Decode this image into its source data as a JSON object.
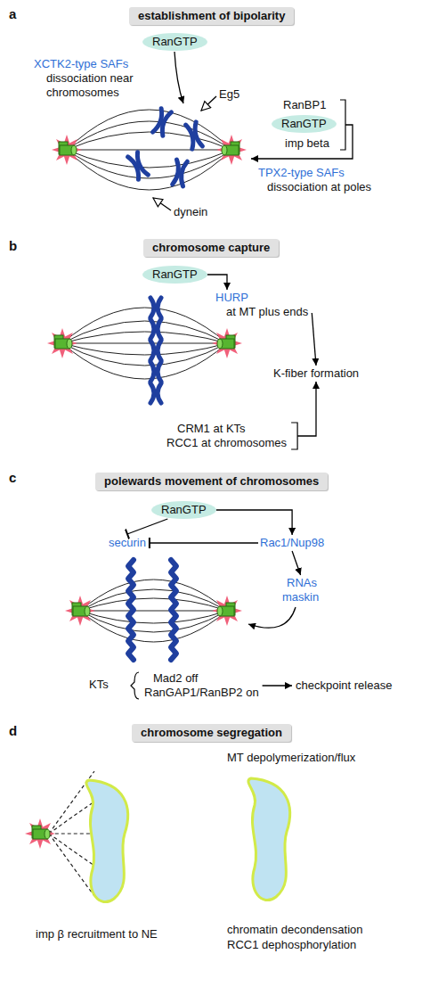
{
  "diagram": {
    "nodes": [
      {
        "text": [
          "establishment of bipolarity"
        ]
      },
      {
        "text": [
          "RanGTP"
        ]
      },
      {
        "text": [
          "RanGTP"
        ]
      },
      {
        "text": [
          "chromosome capture"
        ]
      },
      {
        "text": [
          "RanGTP"
        ]
      },
      {
        "text": [
          "HURP",
          "at MT plus ends"
        ]
      },
      {
        "text": [
          "K-fiber formation"
        ]
      },
      {
        "text": [
          "CRM1 at KTs",
          "RCC1 at chromosomes"
        ]
      },
      {
        "text": [
          "polewards movement of chromosomes"
        ]
      },
      {
        "text": [
          "RanGTP"
        ]
      },
      {
        "text": [
          "securin"
        ]
      },
      {
        "text": [
          "Rac1/Nup98"
        ]
      },
      {
        "text": [
          "RNAs",
          "maskin"
        ]
      },
      {
        "text": [
          "Mad2 off",
          "RanGAP1/RanBP2 on"
        ]
      },
      {
        "text": [
          "checkpoint release"
        ]
      },
      {
        "text": [
          "chromosome segregation"
        ]
      }
    ],
    "edges": [
      {
        "from": 4,
        "to": 5,
        "arrow": "to"
      },
      {
        "from": 5,
        "to": 6,
        "arrow": "to"
      },
      {
        "from": 7,
        "to": 6,
        "arrow": "to"
      },
      {
        "from": 9,
        "to": 10,
        "arrow": "to"
      },
      {
        "from": 9,
        "to": 11,
        "arrow": "to"
      },
      {
        "from": 11,
        "to": 10,
        "arrow": "to"
      },
      {
        "from": 11,
        "to": 12,
        "arrow": "to"
      },
      {
        "from": 13,
        "to": 14,
        "arrow": "to"
      }
    ],
    "labels": [
      "a",
      "XCTK2-type SAFs",
      "dissociation near chromosomes",
      "Eg5",
      "RanBP1",
      "imp beta",
      "TPX2-type SAFs",
      "dissociation at poles",
      "dynein",
      "b",
      "c",
      "KTs",
      "d",
      "MT depolymerization/flux",
      "imp β recruitment to NE",
      "chromatin decondensation",
      "RCC1 dephosphorylation"
    ]
  }
}
